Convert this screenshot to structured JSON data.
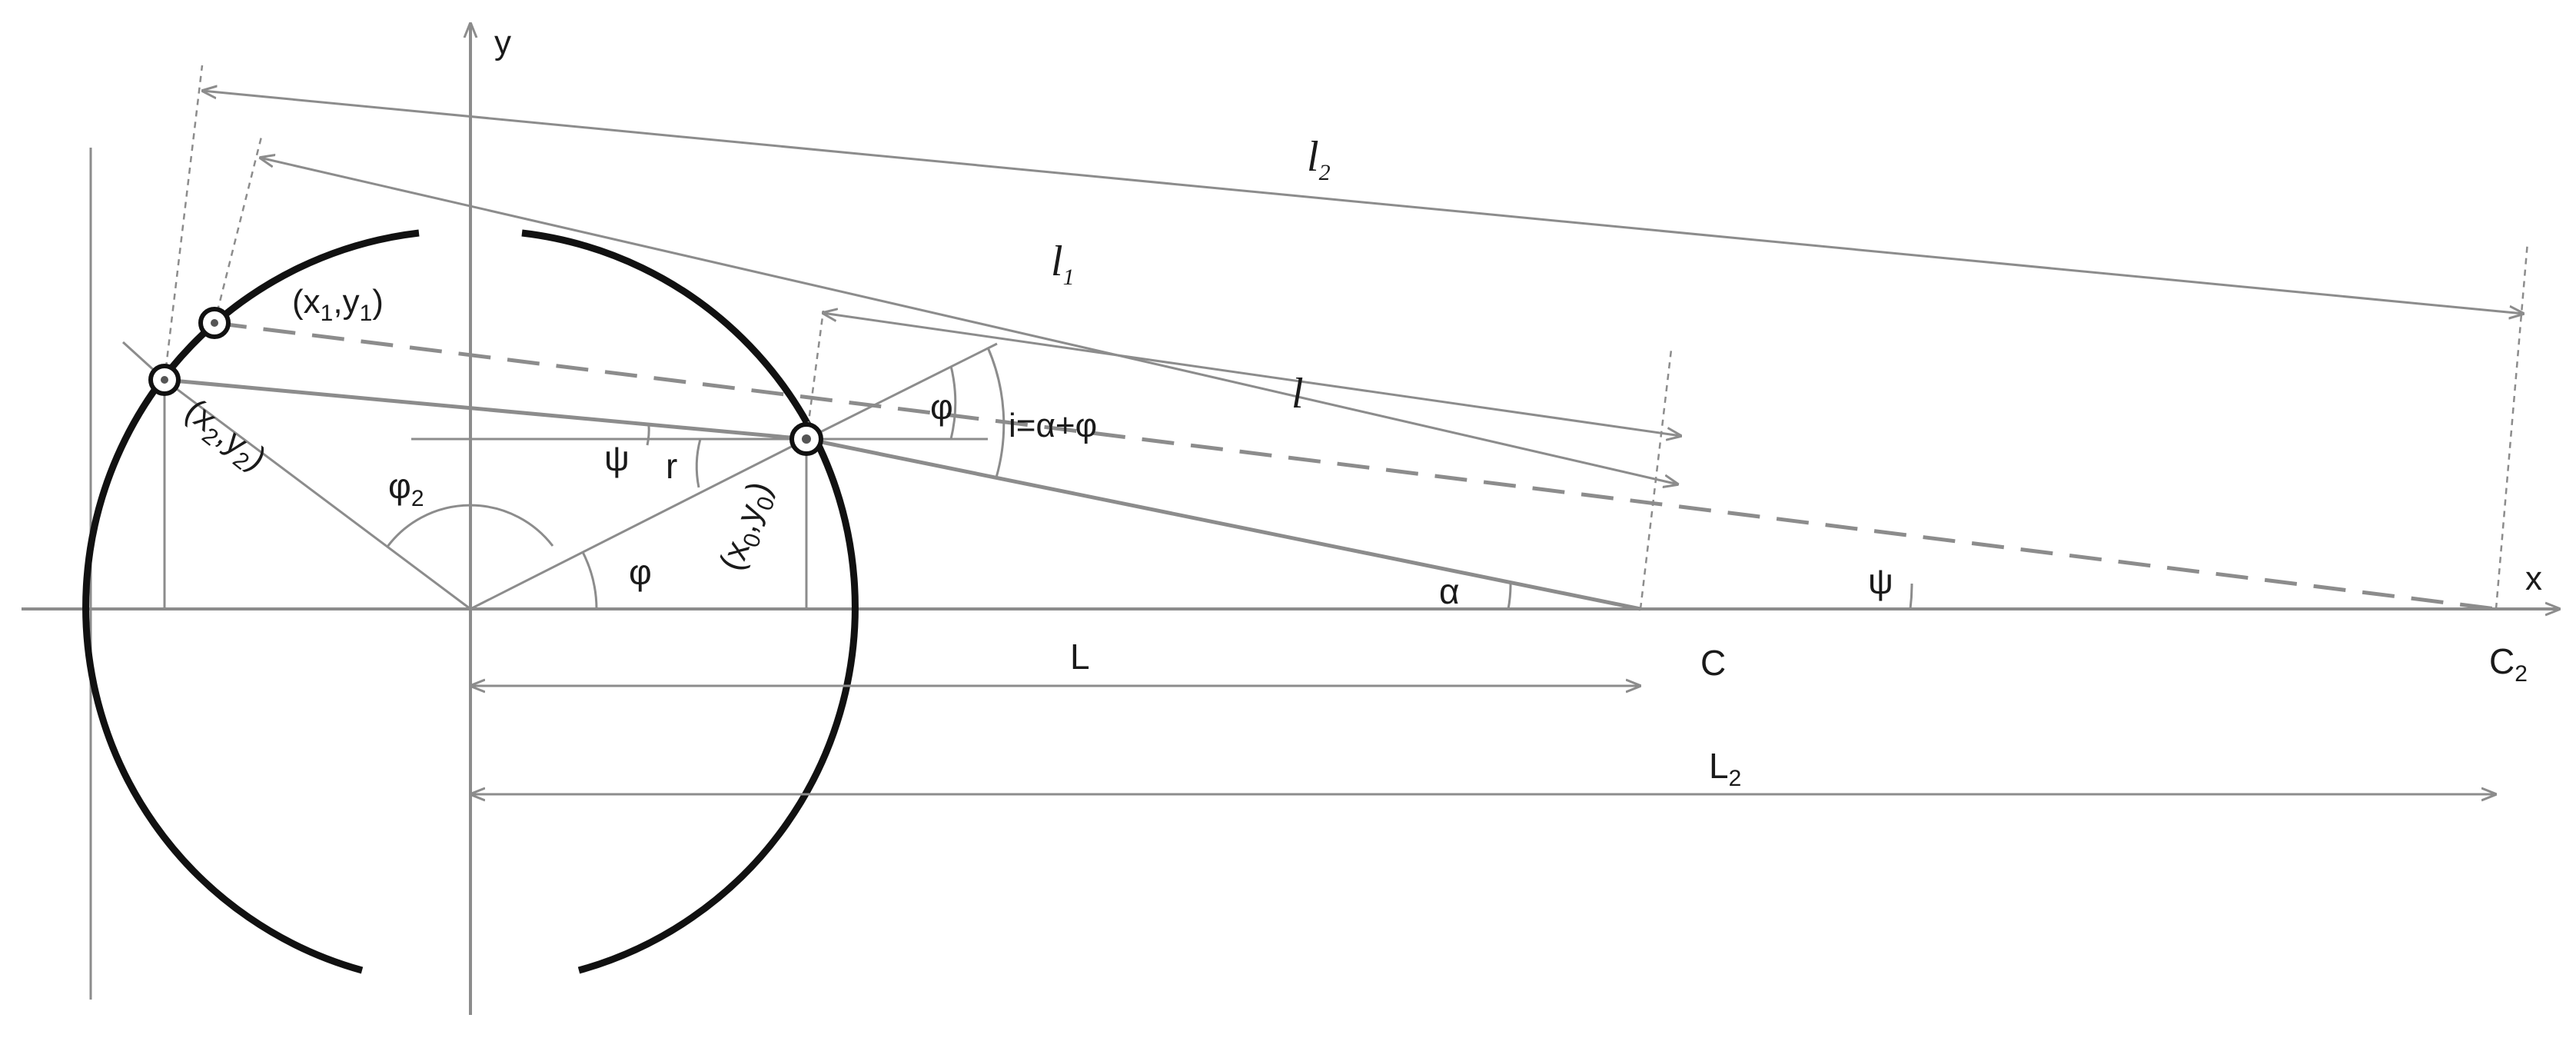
{
  "axes": {
    "x": "x",
    "y": "y"
  },
  "points": {
    "p0": {
      "name": "(x",
      "sub1": "0",
      "mid": ",y",
      "sub2": "0",
      "end": ")"
    },
    "p1": {
      "name": "(x",
      "sub1": "1",
      "mid": ",y",
      "sub2": "1",
      "end": ")"
    },
    "p2": {
      "name": "(x",
      "sub1": "2",
      "mid": ",y",
      "sub2": "2",
      "end": ")"
    }
  },
  "angles": {
    "phi": "φ",
    "phi_upper": "φ",
    "phi2": {
      "base": "φ",
      "sub": "2"
    },
    "psi_near": "ψ",
    "psi_far": "ψ",
    "alpha": "α",
    "incidence": "i=α+φ"
  },
  "radius_label": "r",
  "lengths": {
    "l": "l",
    "l1": {
      "base": "l",
      "sub": "1"
    },
    "l2": {
      "base": "l",
      "sub": "2"
    },
    "L": "L",
    "L2": {
      "base": "L",
      "sub": "2"
    }
  },
  "centers": {
    "C": "C",
    "C2": {
      "base": "C",
      "sub": "2"
    }
  },
  "colors": {
    "construction": "#8c8c8c",
    "circle": "#111111",
    "text": "#1a1a1a"
  }
}
